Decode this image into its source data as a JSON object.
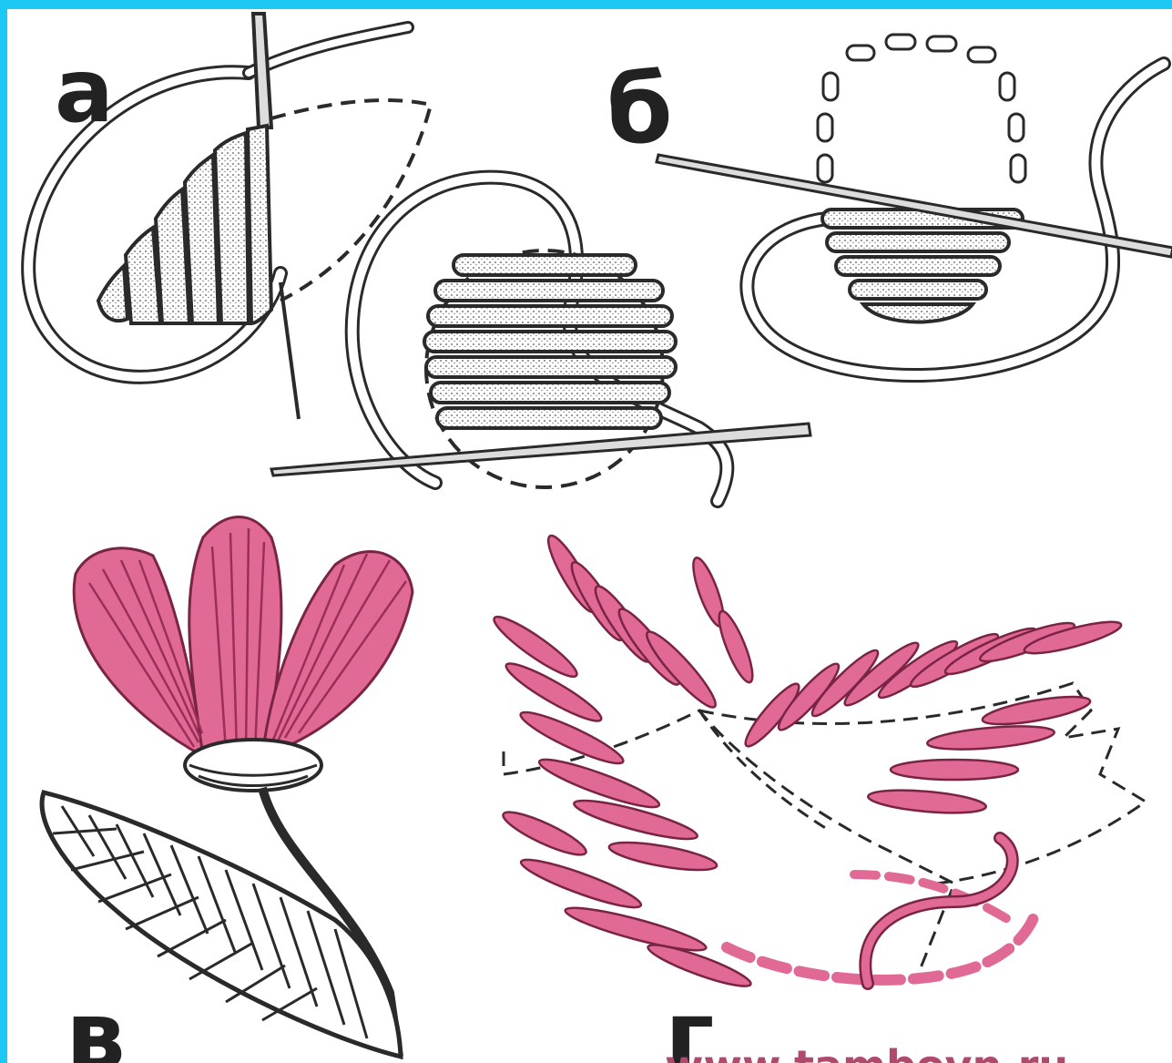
{
  "labels": {
    "a": "а",
    "b": "б",
    "v": "в",
    "g": "г"
  },
  "watermark": "www.tambovn.ru",
  "colors": {
    "frame": "#1ec8f5",
    "ink": "#2a2a2a",
    "pink": "#e06a95",
    "pink_dark": "#b23e66",
    "thread_fill": "#ffffff"
  }
}
